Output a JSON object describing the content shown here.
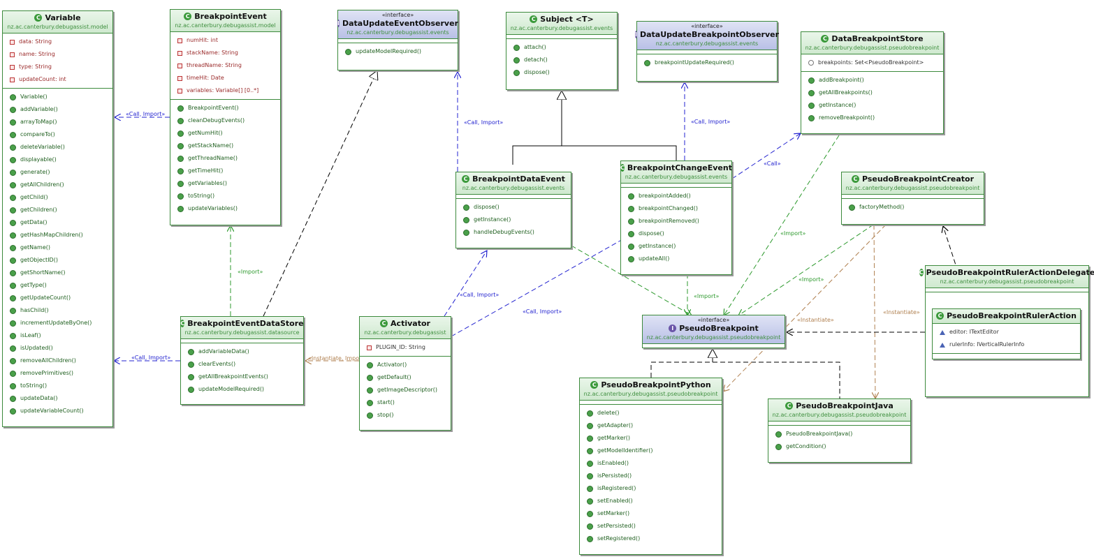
{
  "classes": {
    "variable": {
      "name": "Variable",
      "package": "nz.ac.canterbury.debugassist.model",
      "fields": [
        "data: String",
        "name: String",
        "type: String",
        "updateCount: int"
      ],
      "methods": [
        "Variable()",
        "addVariable()",
        "arrayToMap()",
        "compareTo()",
        "deleteVariable()",
        "displayable()",
        "generate()",
        "getAllChildren()",
        "getChild()",
        "getChildren()",
        "getData()",
        "getHashMapChildren()",
        "getName()",
        "getObjectID()",
        "getShortName()",
        "getType()",
        "getUpdateCount()",
        "hasChild()",
        "incrementUpdateByOne()",
        "isLeaf()",
        "isUpdated()",
        "removeAllChildren()",
        "removePrimitives()",
        "toString()",
        "updateData()",
        "updateVariableCount()"
      ]
    },
    "breakpoint_event": {
      "name": "BreakpointEvent",
      "package": "nz.ac.canterbury.debugassist.model",
      "fields": [
        "numHit: int",
        "stackName: String",
        "threadName: String",
        "timeHit: Date",
        "variables: Variable[] [0..*]"
      ],
      "methods": [
        "BreakpointEvent()",
        "cleanDebugEvents()",
        "getNumHit()",
        "getStackName()",
        "getThreadName()",
        "getTimeHit()",
        "getVariables()",
        "toString()",
        "updateVariables()"
      ]
    },
    "data_update_event_observer": {
      "stereotype": "«interface»",
      "name": "DataUpdateEventObserver",
      "package": "nz.ac.canterbury.debugassist.events",
      "methods": [
        "updateModelRequired()"
      ]
    },
    "subject": {
      "name": "Subject <T>",
      "package": "nz.ac.canterbury.debugassist.events",
      "methods": [
        "attach()",
        "detach()",
        "dispose()"
      ]
    },
    "data_update_breakpoint_observer": {
      "stereotype": "«interface»",
      "name": "DataUpdateBreakpointObserver",
      "package": "nz.ac.canterbury.debugassist.events",
      "methods": [
        "breakpointUpdateRequired()"
      ]
    },
    "data_breakpoint_store": {
      "name": "DataBreakpointStore",
      "package": "nz.ac.canterbury.debugassist.pseudobreakpoint",
      "fields": [
        "breakpoints: Set<PseudoBreakpoint>"
      ],
      "methods": [
        "addBreakpoint()",
        "getAllBreakpoints()",
        "getInstance()",
        "removeBreakpoint()"
      ]
    },
    "breakpoint_data_event": {
      "name": "BreakpointDataEvent",
      "package": "nz.ac.canterbury.debugassist.events",
      "methods": [
        "dispose()",
        "getInstance()",
        "handleDebugEvents()"
      ]
    },
    "breakpoint_change_event": {
      "name": "BreakpointChangeEvent",
      "package": "nz.ac.canterbury.debugassist.events",
      "methods": [
        "breakpointAdded()",
        "breakpointChanged()",
        "breakpointRemoved()",
        "dispose()",
        "getInstance()",
        "updateAll()"
      ]
    },
    "pseudo_breakpoint_creator": {
      "name": "PseudoBreakpointCreator",
      "package": "nz.ac.canterbury.debugassist.pseudobreakpoint",
      "methods": [
        "factoryMethod()"
      ]
    },
    "ruler_action_delegate": {
      "name": "PseudoBreakpointRulerActionDelegate",
      "package": "nz.ac.canterbury.debugassist.pseudobreakpoint"
    },
    "ruler_action": {
      "name": "PseudoBreakpointRulerAction",
      "fields": [
        "editor: ITextEditor",
        "rulerInfo: IVerticalRulerInfo"
      ]
    },
    "breakpoint_event_data_store": {
      "name": "BreakpointEventDataStore",
      "package": "nz.ac.canterbury.debugassist.datasource",
      "methods": [
        "addVariableData()",
        "clearEvents()",
        "getAllBreakpointEvents()",
        "updateModelRequired()"
      ]
    },
    "activator": {
      "name": "Activator",
      "package": "nz.ac.canterbury.debugassist",
      "fields": [
        "PLUGIN_ID: String"
      ],
      "methods": [
        "Activator()",
        "getDefault()",
        "getImageDescriptor()",
        "start()",
        "stop()"
      ]
    },
    "pseudo_breakpoint": {
      "stereotype": "«interface»",
      "name": "PseudoBreakpoint",
      "package": "nz.ac.canterbury.debugassist.pseudobreakpoint"
    },
    "pseudo_breakpoint_python": {
      "name": "PseudoBreakpointPython",
      "package": "nz.ac.canterbury.debugassist.pseudobreakpoint",
      "methods": [
        "delete()",
        "getAdapter()",
        "getMarker()",
        "getModelIdentifier()",
        "isEnabled()",
        "isPersisted()",
        "isRegistered()",
        "setEnabled()",
        "setMarker()",
        "setPersisted()",
        "setRegistered()"
      ]
    },
    "pseudo_breakpoint_java": {
      "name": "PseudoBreakpointJava",
      "package": "nz.ac.canterbury.debugassist.pseudobreakpoint",
      "methods": [
        "PseudoBreakpointJava()",
        "getCondition()"
      ]
    }
  },
  "edge_labels": {
    "call_import": "«Call, Import»",
    "call": "«Call»",
    "import": "«Import»",
    "instantiate": "«Instantiate»",
    "instantiate_import": "«Instantiate, Import»"
  },
  "colors": {
    "class_border": "#3c8a3c",
    "call_import_edge": "#2323d0",
    "import_edge": "#2e9a2e",
    "instantiate_edge": "#b08050",
    "inheritance_edge": "#000000"
  },
  "icons": {
    "class": "class-icon",
    "interface": "interface-icon",
    "field": "private-field-icon",
    "method": "public-method-icon",
    "protected_field": "protected-field-icon",
    "package_field": "package-field-icon"
  }
}
